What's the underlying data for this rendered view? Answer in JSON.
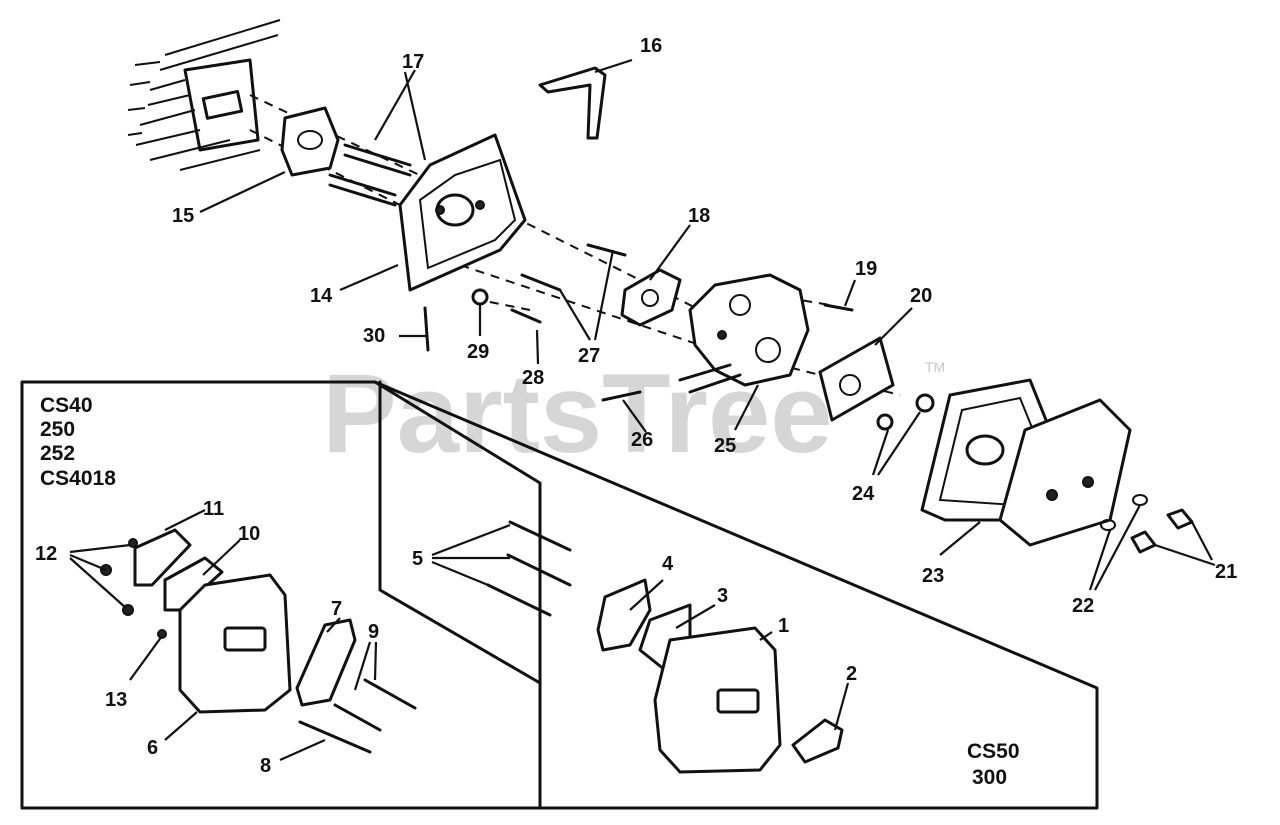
{
  "watermark": {
    "text": "PartsTree",
    "trademark": "TM"
  },
  "models": {
    "left_box": [
      "CS40",
      "250",
      "252",
      "CS4018"
    ],
    "right_box": [
      "CS50",
      "300"
    ]
  },
  "callouts": [
    "1",
    "2",
    "3",
    "4",
    "5",
    "6",
    "7",
    "8",
    "9",
    "10",
    "11",
    "12",
    "13",
    "14",
    "15",
    "16",
    "17",
    "18",
    "19",
    "20",
    "21",
    "22",
    "23",
    "24",
    "25",
    "26",
    "27",
    "28",
    "29",
    "30"
  ]
}
